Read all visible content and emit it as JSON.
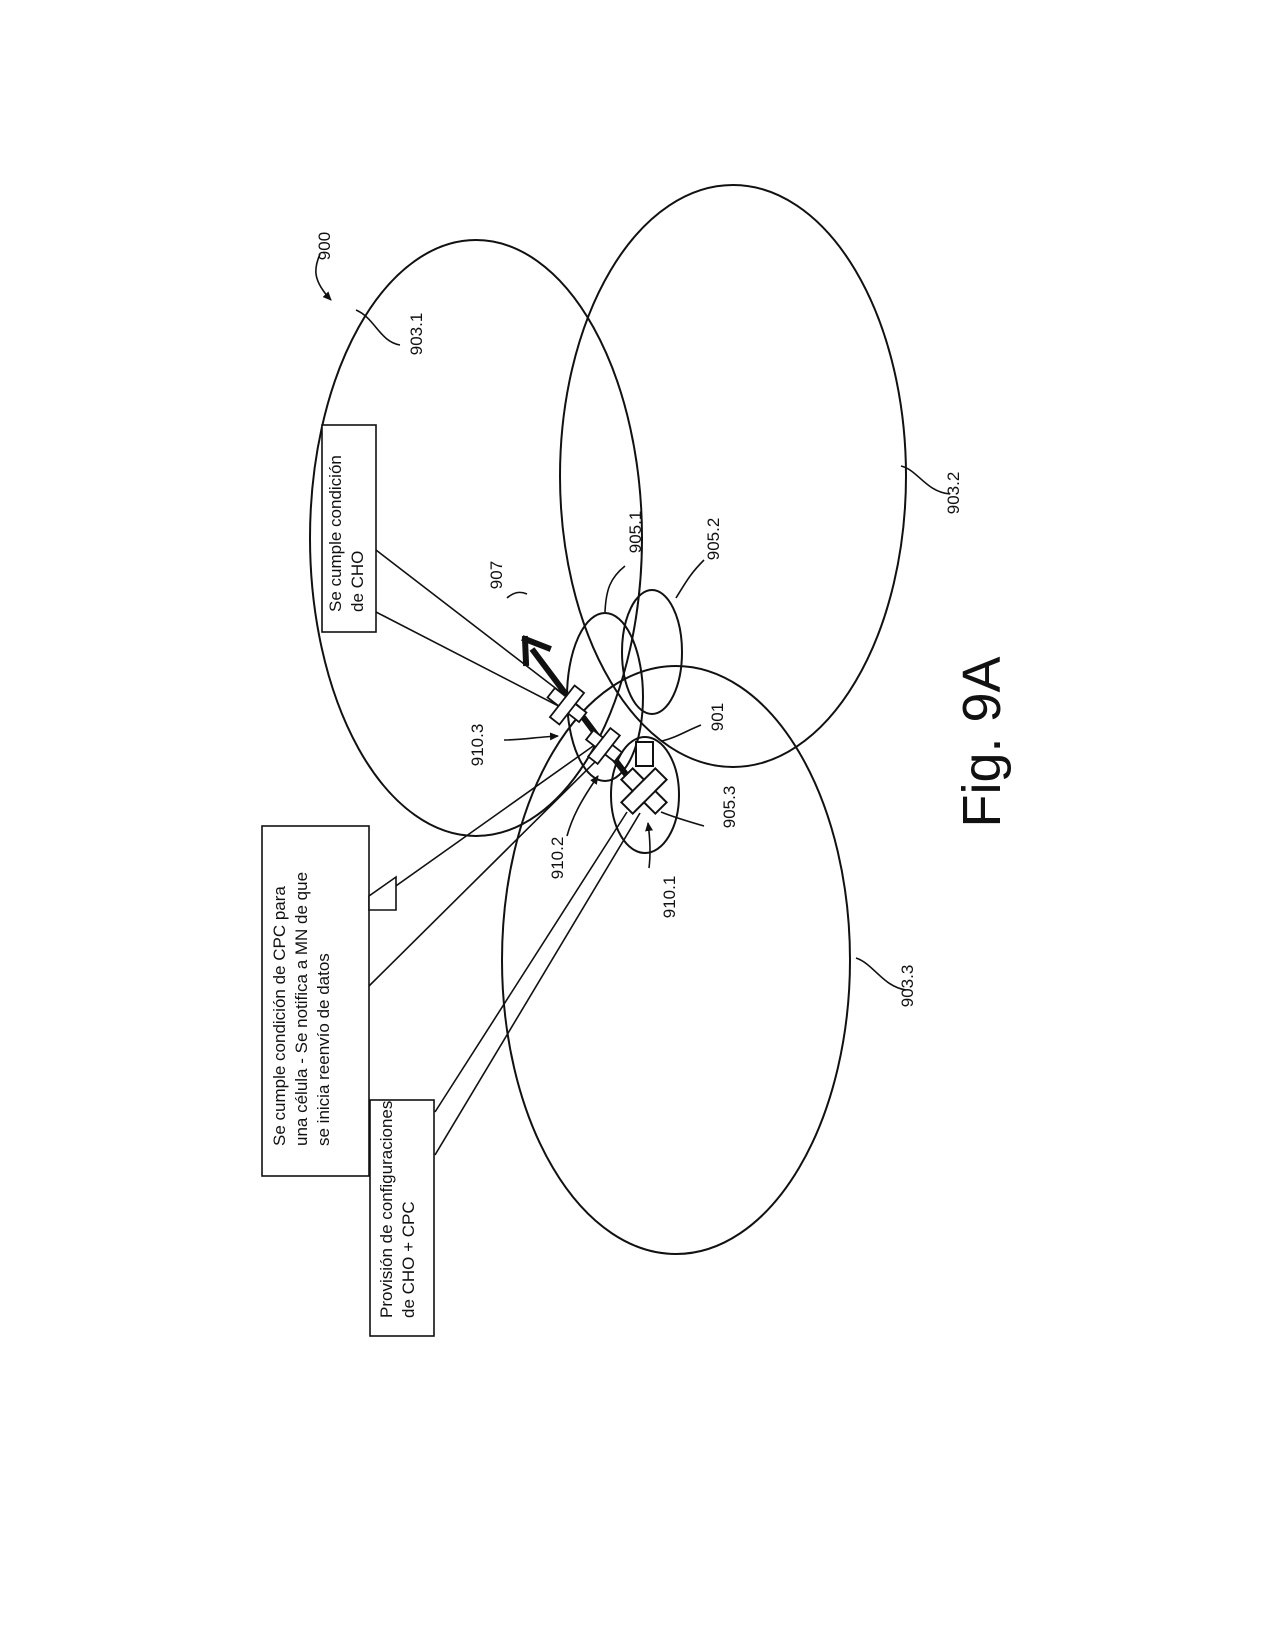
{
  "figure": {
    "ref": "900",
    "caption": "Fig. 9A"
  },
  "cells": [
    {
      "id": "903.1"
    },
    {
      "id": "903.2"
    },
    {
      "id": "903.3"
    },
    {
      "id": "905.1"
    },
    {
      "id": "905.2"
    },
    {
      "id": "905.3"
    }
  ],
  "markers": {
    "ue": "901",
    "path": "907",
    "pos1": "910.1",
    "pos2": "910.2",
    "pos3": "910.3"
  },
  "callouts": {
    "provision": [
      "Provisión de configuraciones",
      "de CHO + CPC"
    ],
    "cpc_met": [
      "Se cumple condición de CPC para",
      "una célula - Se notifica a MN de que",
      "se inicia reenvío de datos"
    ],
    "cho_met": [
      "Se cumple condición",
      "de CHO"
    ]
  }
}
